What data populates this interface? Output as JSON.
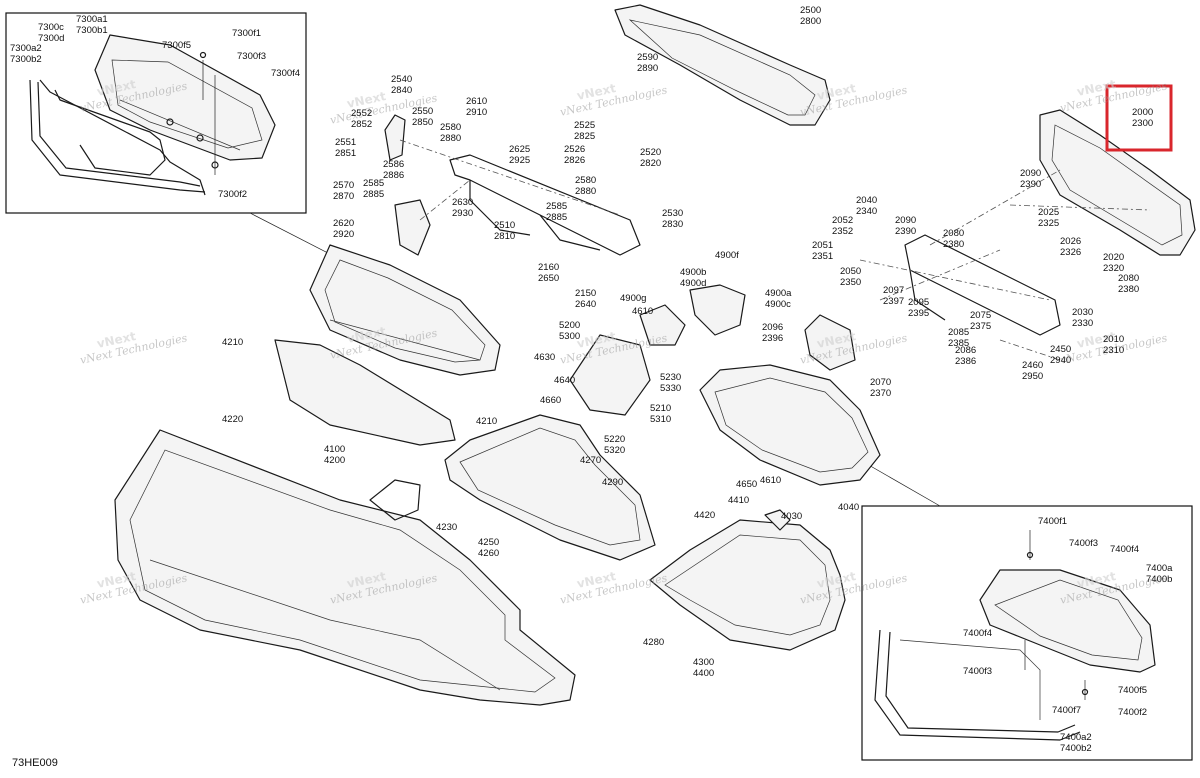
{
  "diagram_code": "73HE009",
  "watermark": {
    "line1": "vNext",
    "line2": "Technologies"
  },
  "highlight_color": "#d9262c",
  "labels": [
    {
      "id": "l-7300c",
      "lines": [
        "7300c",
        "7300d"
      ]
    },
    {
      "id": "l-7300a1",
      "lines": [
        "7300a1",
        "7300b1"
      ]
    },
    {
      "id": "l-7300a2",
      "lines": [
        "7300a2",
        "7300b2"
      ]
    },
    {
      "id": "l-7300f5",
      "lines": [
        "7300f5"
      ]
    },
    {
      "id": "l-7300f1",
      "lines": [
        "7300f1"
      ]
    },
    {
      "id": "l-7300f3",
      "lines": [
        "7300f3"
      ]
    },
    {
      "id": "l-7300f4",
      "lines": [
        "7300f4"
      ]
    },
    {
      "id": "l-7300f2",
      "lines": [
        "7300f2"
      ]
    },
    {
      "id": "l-2540",
      "lines": [
        "2540",
        "2840"
      ]
    },
    {
      "id": "l-2552",
      "lines": [
        "2552",
        "2852"
      ]
    },
    {
      "id": "l-2550",
      "lines": [
        "2550",
        "2850"
      ]
    },
    {
      "id": "l-2551",
      "lines": [
        "2551",
        "2851"
      ]
    },
    {
      "id": "l-2586",
      "lines": [
        "2586",
        "2886"
      ]
    },
    {
      "id": "l-2570",
      "lines": [
        "2570",
        "2870"
      ]
    },
    {
      "id": "l-2585a",
      "lines": [
        "2585",
        "2885"
      ]
    },
    {
      "id": "l-2620",
      "lines": [
        "2620",
        "2920"
      ]
    },
    {
      "id": "l-2610",
      "lines": [
        "2610",
        "2910"
      ]
    },
    {
      "id": "l-2580a",
      "lines": [
        "2580",
        "2880"
      ]
    },
    {
      "id": "l-2625",
      "lines": [
        "2625",
        "2925"
      ]
    },
    {
      "id": "l-2630",
      "lines": [
        "2630",
        "2930"
      ]
    },
    {
      "id": "l-2510",
      "lines": [
        "2510",
        "2810"
      ]
    },
    {
      "id": "l-2585b",
      "lines": [
        "2585",
        "2885"
      ]
    },
    {
      "id": "l-2525",
      "lines": [
        "2525",
        "2825"
      ]
    },
    {
      "id": "l-2526",
      "lines": [
        "2526",
        "2826"
      ]
    },
    {
      "id": "l-2520",
      "lines": [
        "2520",
        "2820"
      ]
    },
    {
      "id": "l-2580b",
      "lines": [
        "2580",
        "2880"
      ]
    },
    {
      "id": "l-2530",
      "lines": [
        "2530",
        "2830"
      ]
    },
    {
      "id": "l-2160",
      "lines": [
        "2160",
        "2650"
      ]
    },
    {
      "id": "l-2150",
      "lines": [
        "2150",
        "2640"
      ]
    },
    {
      "id": "l-2500",
      "lines": [
        "2500",
        "2800"
      ]
    },
    {
      "id": "l-2590",
      "lines": [
        "2590",
        "2890"
      ]
    },
    {
      "id": "l-2000",
      "lines": [
        "2000",
        "2300"
      ]
    },
    {
      "id": "l-2090a",
      "lines": [
        "2090",
        "2390"
      ]
    },
    {
      "id": "l-2040",
      "lines": [
        "2040",
        "2340"
      ]
    },
    {
      "id": "l-2052",
      "lines": [
        "2052",
        "2352"
      ]
    },
    {
      "id": "l-2090b",
      "lines": [
        "2090",
        "2390"
      ]
    },
    {
      "id": "l-2080a",
      "lines": [
        "2080",
        "2380"
      ]
    },
    {
      "id": "l-2025",
      "lines": [
        "2025",
        "2325"
      ]
    },
    {
      "id": "l-2026",
      "lines": [
        "2026",
        "2326"
      ]
    },
    {
      "id": "l-2020",
      "lines": [
        "2020",
        "2320"
      ]
    },
    {
      "id": "l-2080b",
      "lines": [
        "2080",
        "2380"
      ]
    },
    {
      "id": "l-2051",
      "lines": [
        "2051",
        "2351"
      ]
    },
    {
      "id": "l-2050",
      "lines": [
        "2050",
        "2350"
      ]
    },
    {
      "id": "l-2097",
      "lines": [
        "2097",
        "2397"
      ]
    },
    {
      "id": "l-2095",
      "lines": [
        "2095",
        "2395"
      ]
    },
    {
      "id": "l-2075",
      "lines": [
        "2075",
        "2375"
      ]
    },
    {
      "id": "l-2085",
      "lines": [
        "2085",
        "2385"
      ]
    },
    {
      "id": "l-2030",
      "lines": [
        "2030",
        "2330"
      ]
    },
    {
      "id": "l-2010",
      "lines": [
        "2010",
        "2310"
      ]
    },
    {
      "id": "l-2096",
      "lines": [
        "2096",
        "2396"
      ]
    },
    {
      "id": "l-2086",
      "lines": [
        "2086",
        "2386"
      ]
    },
    {
      "id": "l-2450",
      "lines": [
        "2450",
        "2940"
      ]
    },
    {
      "id": "l-2460",
      "lines": [
        "2460",
        "2950"
      ]
    },
    {
      "id": "l-2070",
      "lines": [
        "2070",
        "2370"
      ]
    },
    {
      "id": "l-4900f",
      "lines": [
        "4900f"
      ]
    },
    {
      "id": "l-4900b",
      "lines": [
        "4900b",
        "4900d"
      ]
    },
    {
      "id": "l-4900g",
      "lines": [
        "4900g"
      ]
    },
    {
      "id": "l-4900a",
      "lines": [
        "4900a",
        "4900c"
      ]
    },
    {
      "id": "l-4610a",
      "lines": [
        "4610"
      ]
    },
    {
      "id": "l-5200",
      "lines": [
        "5200",
        "5300"
      ]
    },
    {
      "id": "l-4630",
      "lines": [
        "4630"
      ]
    },
    {
      "id": "l-4640",
      "lines": [
        "4640"
      ]
    },
    {
      "id": "l-4660",
      "lines": [
        "4660"
      ]
    },
    {
      "id": "l-5230",
      "lines": [
        "5230",
        "5330"
      ]
    },
    {
      "id": "l-5210",
      "lines": [
        "5210",
        "5310"
      ]
    },
    {
      "id": "l-5220",
      "lines": [
        "5220",
        "5320"
      ]
    },
    {
      "id": "l-4270",
      "lines": [
        "4270"
      ]
    },
    {
      "id": "l-4210a",
      "lines": [
        "4210"
      ]
    },
    {
      "id": "l-4220",
      "lines": [
        "4220"
      ]
    },
    {
      "id": "l-4210b",
      "lines": [
        "4210"
      ]
    },
    {
      "id": "l-4100",
      "lines": [
        "4100",
        "4200"
      ]
    },
    {
      "id": "l-4290",
      "lines": [
        "4290"
      ]
    },
    {
      "id": "l-4230",
      "lines": [
        "4230"
      ]
    },
    {
      "id": "l-4250",
      "lines": [
        "4250",
        "4260"
      ]
    },
    {
      "id": "l-4650",
      "lines": [
        "4650"
      ]
    },
    {
      "id": "l-4610b",
      "lines": [
        "4610"
      ]
    },
    {
      "id": "l-4410",
      "lines": [
        "4410"
      ]
    },
    {
      "id": "l-4030",
      "lines": [
        "4030"
      ]
    },
    {
      "id": "l-4420",
      "lines": [
        "4420"
      ]
    },
    {
      "id": "l-4040",
      "lines": [
        "4040"
      ]
    },
    {
      "id": "l-4280",
      "lines": [
        "4280"
      ]
    },
    {
      "id": "l-4300",
      "lines": [
        "4300",
        "4400"
      ]
    },
    {
      "id": "l-7400f1",
      "lines": [
        "7400f1"
      ]
    },
    {
      "id": "l-7400f3",
      "lines": [
        "7400f3"
      ]
    },
    {
      "id": "l-7400f4a",
      "lines": [
        "7400f4"
      ]
    },
    {
      "id": "l-7400a",
      "lines": [
        "7400a",
        "7400b"
      ]
    },
    {
      "id": "l-7400f4b",
      "lines": [
        "7400f4"
      ]
    },
    {
      "id": "l-7400f3b",
      "lines": [
        "7400f3"
      ]
    },
    {
      "id": "l-7400f5",
      "lines": [
        "7400f5"
      ]
    },
    {
      "id": "l-7400f7",
      "lines": [
        "7400f7"
      ]
    },
    {
      "id": "l-7400f2",
      "lines": [
        "7400f2"
      ]
    },
    {
      "id": "l-7400a2",
      "lines": [
        "7400a2",
        "7400b2"
      ]
    }
  ]
}
